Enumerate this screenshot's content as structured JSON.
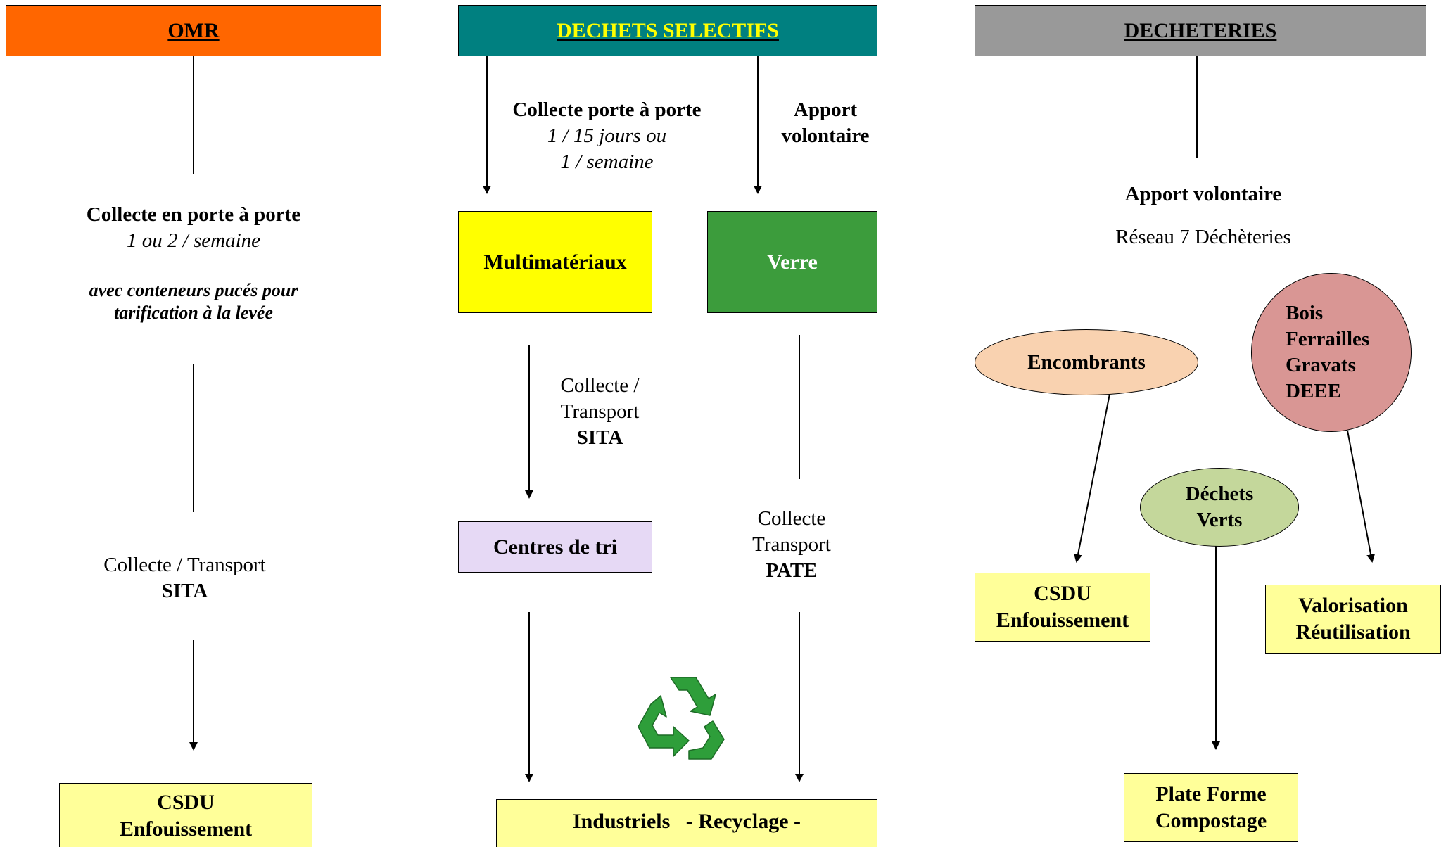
{
  "columns": {
    "omr": {
      "header": "OMR",
      "header_color": "#ff6600",
      "collect_title": "Collecte en porte à porte",
      "collect_freq": "1 ou 2 / semaine",
      "note_line1": "avec conteneurs pucés pour",
      "note_line2": "tarification à la levée",
      "transport_line1": "Collecte / Transport",
      "transport_company": "SITA",
      "dest_line1": "CSDU",
      "dest_line2": "Enfouissement"
    },
    "selectifs": {
      "header": "DECHETS SELECTIFS",
      "header_color": "#008080",
      "header_text_color": "#ffff00",
      "door_title": "Collecte porte à porte",
      "door_freq1": "1 / 15 jours ou",
      "door_freq2": "1 / semaine",
      "voluntary_line1": "Apport",
      "voluntary_line2": "volontaire",
      "multi_label": "Multimatériaux",
      "multi_color": "#ffff00",
      "verre_label": "Verre",
      "verre_color": "#3c9c3c",
      "multi_transport_line1": "Collecte /",
      "multi_transport_line2": "Transport",
      "multi_transport_company": "SITA",
      "tri_label": "Centres de tri",
      "tri_color": "#e6d9f5",
      "verre_transport_line1": "Collecte",
      "verre_transport_line2": "Transport",
      "verre_transport_company": "PATE",
      "recycle_icon": "recycling-icon",
      "recycle_color": "#2e9e3a",
      "dest_label": "Industriels   - Recyclage -"
    },
    "decheteries": {
      "header": "DECHETERIES",
      "header_color": "#999999",
      "apport_title": "Apport volontaire",
      "network": "Réseau 7 Déchèteries",
      "encombrants": "Encombrants",
      "encombrants_color": "#f9d2b0",
      "bois_line1": "Bois",
      "bois_line2": "Ferrailles",
      "bois_line3": "Gravats",
      "bois_line4": "DEEE",
      "bois_color": "#d99694",
      "verts_line1": "Déchets",
      "verts_line2": "Verts",
      "verts_color": "#c4d79b",
      "csdu_line1": "CSDU",
      "csdu_line2": "Enfouissement",
      "valo_line1": "Valorisation",
      "valo_line2": "Réutilisation",
      "compost_line1": "Plate Forme",
      "compost_line2": "Compostage"
    }
  },
  "colors": {
    "destination_box": "#ffff99"
  }
}
